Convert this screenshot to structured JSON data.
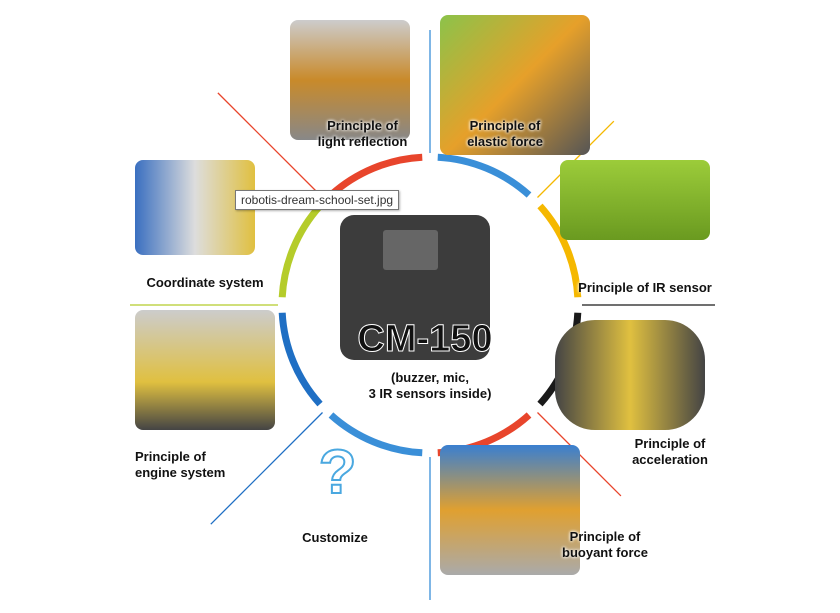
{
  "tooltip": "robotis-dream-school-set.jpg",
  "center": {
    "title": "CM-150",
    "subtitle_line1": "(buzzer, mic,",
    "subtitle_line2": "3 IR sensors inside)"
  },
  "topics": [
    {
      "line1": "Principle of",
      "line2": "light reflection"
    },
    {
      "line1": "Principle of",
      "line2": "elastic force"
    },
    {
      "line1": "Principle of IR sensor",
      "line2": ""
    },
    {
      "line1": "Principle of",
      "line2": "acceleration"
    },
    {
      "line1": "Principle of",
      "line2": "buoyant force"
    },
    {
      "line1": "Customize",
      "line2": ""
    },
    {
      "line1": "Principle of",
      "line2": "engine system"
    },
    {
      "line1": "Coordinate system",
      "line2": ""
    }
  ],
  "colors": {
    "red": "#e8452c",
    "blue": "#3a8fd8",
    "yellow": "#f5b800",
    "black": "#1a1a1a",
    "darkblue": "#1f6fc4",
    "green": "#b5cc2a"
  }
}
